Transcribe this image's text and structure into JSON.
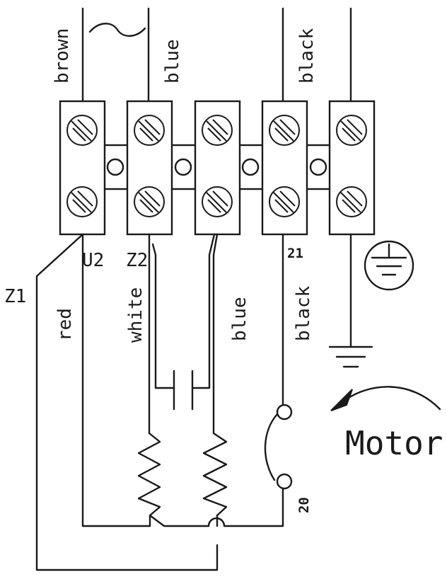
{
  "top_wires": {
    "brown": "brown",
    "blue": "blue",
    "black": "black"
  },
  "terminals": {
    "u2": "U2",
    "z2": "Z2",
    "t21": "21",
    "t20": "20",
    "z1": "Z1"
  },
  "lower_wires": {
    "red": "red",
    "white": "white",
    "blue": "blue",
    "black": "black"
  },
  "motor_label": "Motor",
  "symbols": [
    "ac-supply-icon",
    "earth-icon",
    "ground-icon",
    "rotation-arrow-icon",
    "capacitor-icon",
    "winding-icon",
    "switch-icon"
  ]
}
